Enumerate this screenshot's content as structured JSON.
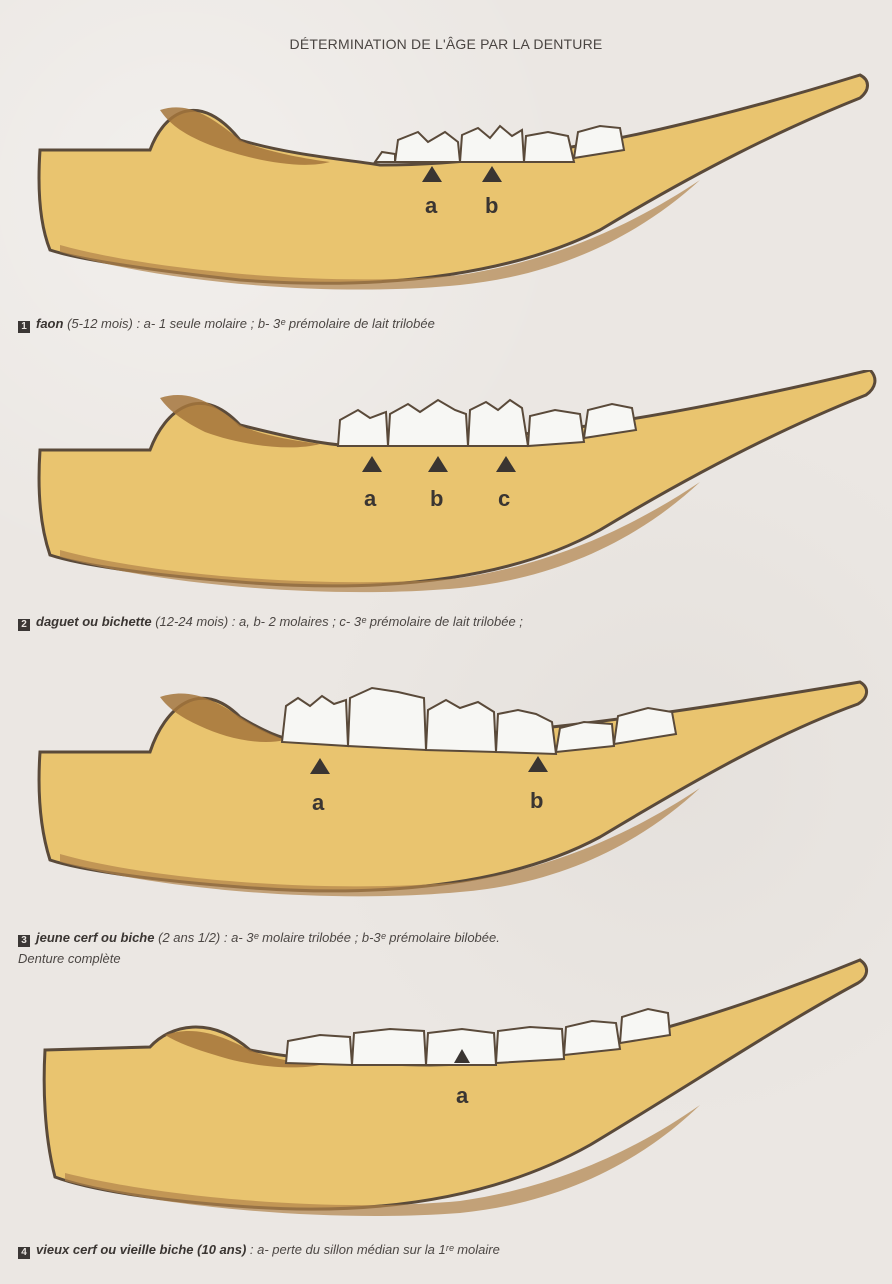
{
  "title": "DÉTERMINATION DE L'ÂGE PAR LA DENTURE",
  "colors": {
    "bone": "#e8c470",
    "bone_light": "#f2dfa0",
    "bone_shadow": "#c49a52",
    "outline": "#5a4a3a",
    "tooth": "#f7f7f4",
    "marker": "#3a3532"
  },
  "panels": [
    {
      "number": "1",
      "stage": "faon",
      "age": "(5-12 mois)",
      "description": " : a- 1 seule molaire ; b- 3ᵉ prémolaire de lait trilobée",
      "extra": "",
      "markers": [
        {
          "label": "a"
        },
        {
          "label": "b"
        }
      ]
    },
    {
      "number": "2",
      "stage": "daguet ou bichette",
      "age": "(12-24 mois)",
      "description": " : a, b- 2 molaires ; c- 3ᵉ prémolaire de lait trilobée ;",
      "extra": "",
      "markers": [
        {
          "label": "a"
        },
        {
          "label": "b"
        },
        {
          "label": "c"
        }
      ]
    },
    {
      "number": "3",
      "stage": "jeune cerf ou biche",
      "age": "(2 ans 1/2)",
      "description": " : a- 3ᵉ molaire trilobée ; b-3ᵉ prémolaire bilobée.",
      "extra": "Denture complète",
      "markers": [
        {
          "label": "a"
        },
        {
          "label": "b"
        }
      ]
    },
    {
      "number": "4",
      "stage": "vieux cerf ou vieille biche",
      "age": "(10 ans)",
      "description": " : a- perte du sillon médian sur la 1ʳᵉ molaire",
      "extra": "",
      "markers": [
        {
          "label": "a"
        }
      ]
    }
  ]
}
